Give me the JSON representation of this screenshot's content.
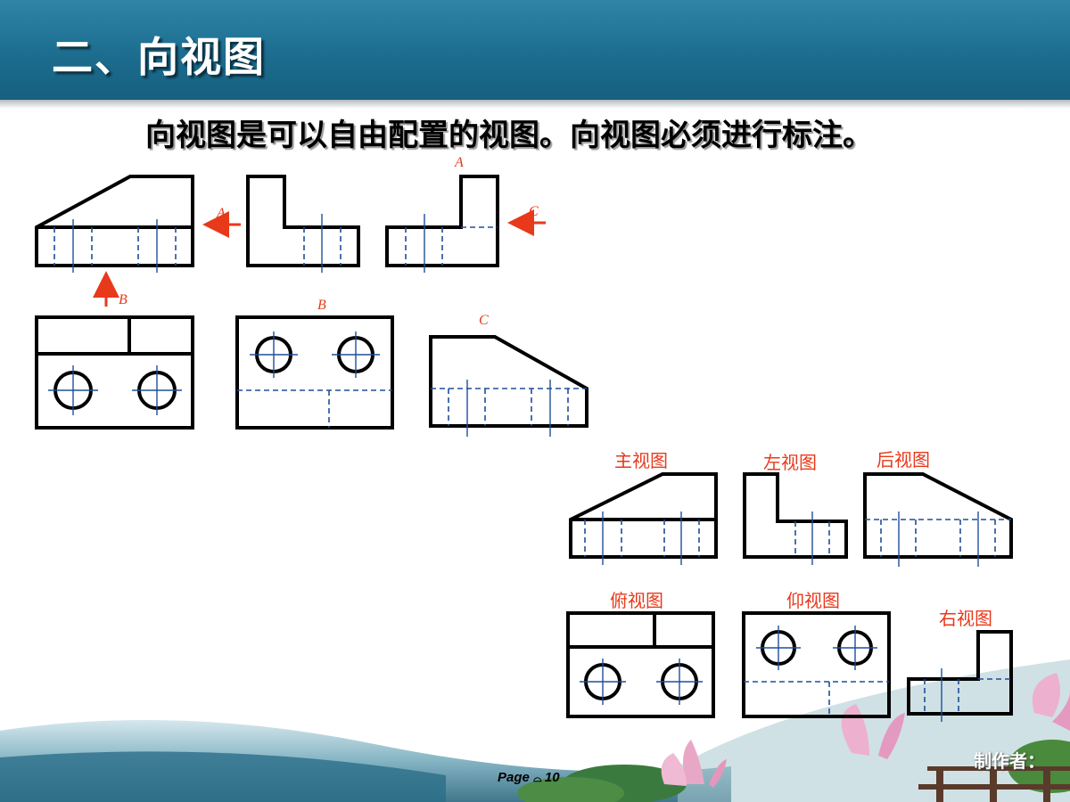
{
  "slide": {
    "title": "二、向视图",
    "subtitle": "向视图是可以自由配置的视图。向视图必须进行标注。"
  },
  "annotations": {
    "arrow_a": "A",
    "arrow_c": "C",
    "arrow_b": "B",
    "view_a": "A",
    "view_b": "B",
    "view_c": "C"
  },
  "standard_views": {
    "front": "主视图",
    "left": "左视图",
    "rear": "后视图",
    "top": "俯视图",
    "bottom": "仰视图",
    "right": "右视图"
  },
  "footer": {
    "page": "Page ",
    "page_number": "10",
    "author": "制作者："
  },
  "colors": {
    "header": "#1c6d8f",
    "outline": "#000000",
    "hidden_line": "#1f4e9a",
    "annotation": "#e8391b"
  }
}
